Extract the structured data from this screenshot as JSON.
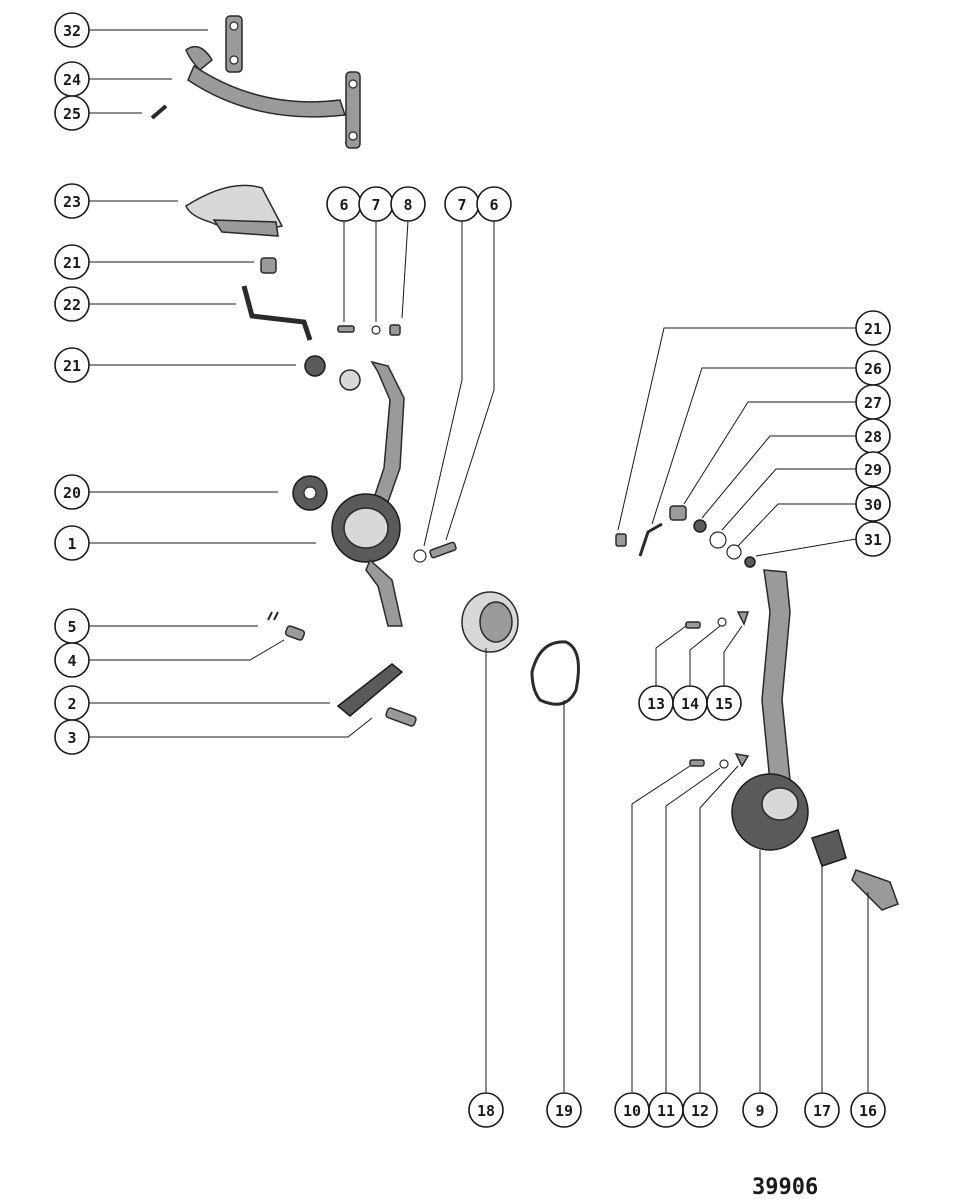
{
  "figure_number": "39906",
  "callouts": [
    "32",
    "24",
    "25",
    "23",
    "21",
    "22",
    "21",
    "20",
    "1",
    "5",
    "4",
    "2",
    "3",
    "6",
    "7",
    "8",
    "7",
    "6",
    "21",
    "26",
    "27",
    "28",
    "29",
    "30",
    "31",
    "13",
    "14",
    "15",
    "18",
    "19",
    "10",
    "11",
    "12",
    "9",
    "17",
    "16"
  ],
  "colors": {
    "ink": "#1a1a1a",
    "part_fill": "#9a9a9a",
    "part_dark": "#5a5a5a",
    "background": "#ffffff"
  }
}
